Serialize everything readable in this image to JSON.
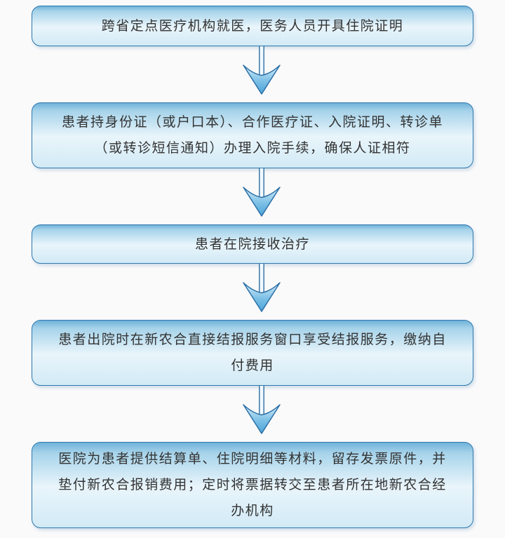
{
  "flowchart": {
    "description": "跨省就医新农合直接结报流程图",
    "steps": [
      {
        "id": 1,
        "text": "跨省定点医疗机构就医，医务人员开具住院证明"
      },
      {
        "id": 2,
        "text": "患者持身份证（或户口本）、合作医疗证、入院证明、转诊单（或转诊短信通知）办理入院手续，确保人证相符"
      },
      {
        "id": 3,
        "text": "患者在院接收治疗"
      },
      {
        "id": 4,
        "text": "患者出院时在新农合直接结报服务窗口享受结报服务，缴纳自付费用"
      },
      {
        "id": 5,
        "text": "医院为患者提供结算单、住院明细等材料，留存发票原件，并垫付新农合报销费用；定时将票据转交至患者所在地新农合经办机构"
      }
    ],
    "connector_icon": "down-arrow-icon",
    "colors": {
      "box_border": "#2f78ad",
      "box_gradient_top": "#6fb2d9",
      "box_gradient_middle": "#e9f5fb",
      "box_gradient_bottom": "#d2eaf6",
      "arrow_outline": "#2b6fa5",
      "arrow_fill_top": "#d7edf9",
      "arrow_fill_bottom": "#4aa3d8",
      "text": "#333333",
      "page_background": "#fafafb"
    }
  }
}
